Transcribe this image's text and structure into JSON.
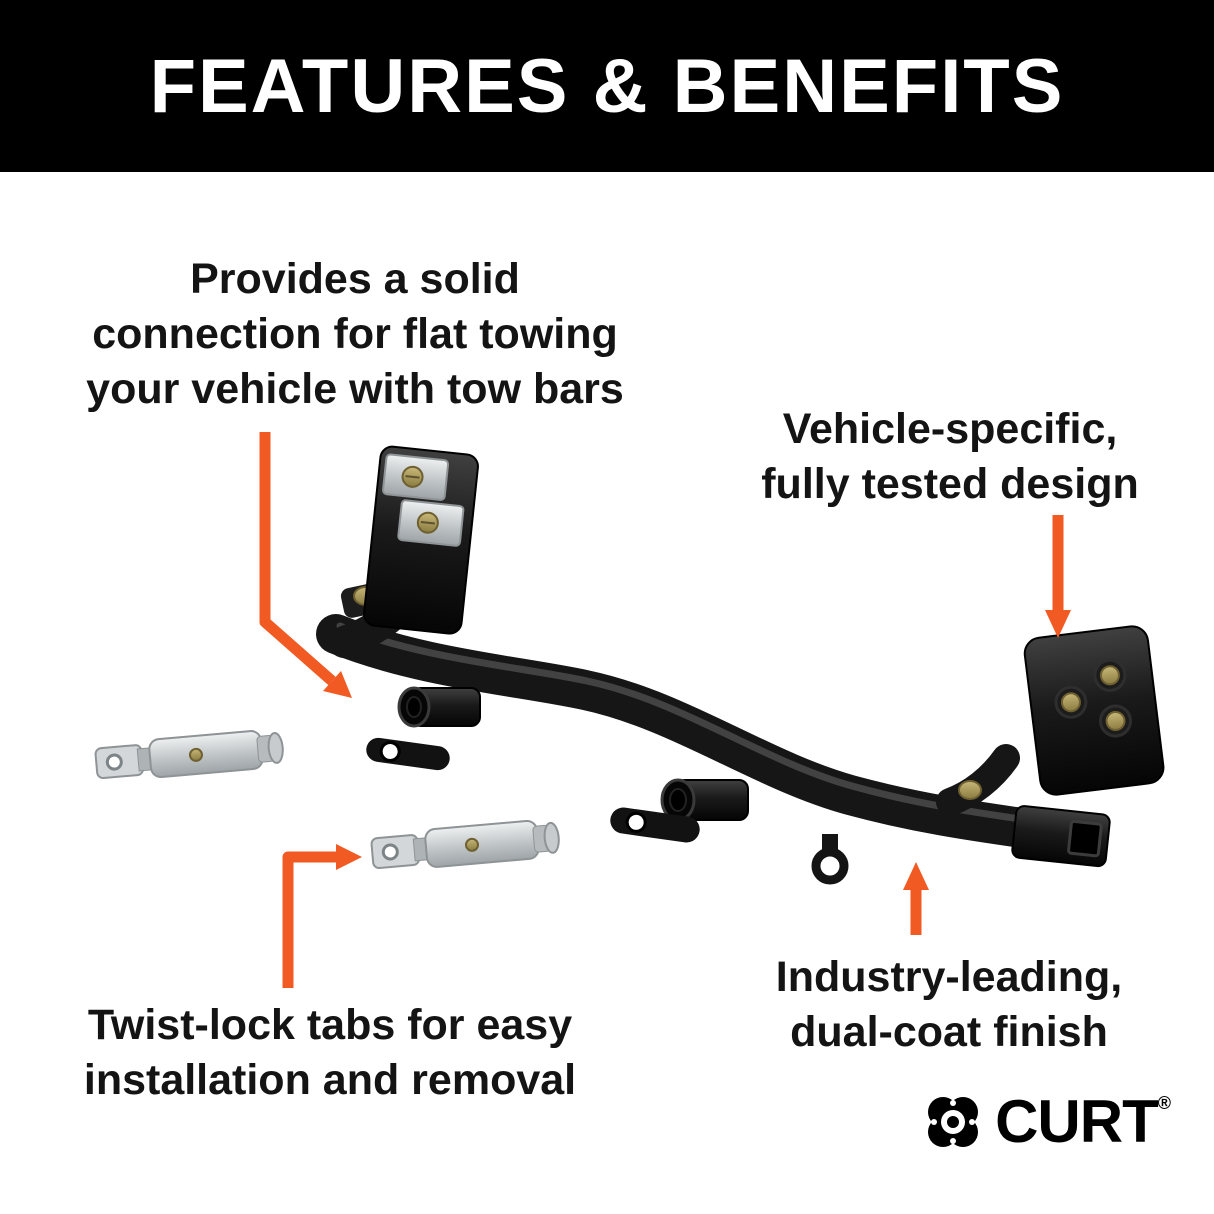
{
  "banner": {
    "title": "FEATURES & BENEFITS"
  },
  "callouts": {
    "flat_towing": {
      "lines": [
        "Provides a solid",
        "connection for flat towing",
        "your vehicle with tow bars"
      ]
    },
    "vehicle_specific": {
      "lines": [
        "Vehicle-specific,",
        "fully tested design"
      ]
    },
    "twist_lock": {
      "lines": [
        "Twist-lock tabs for easy",
        "installation and removal"
      ]
    },
    "finish": {
      "lines": [
        "Industry-leading,",
        "dual-coat finish"
      ]
    }
  },
  "brand": {
    "name": "CURT",
    "registered": "®"
  },
  "illustration": {
    "subject": "vehicle-specific baseplate hitch with removable twist-lock tabs"
  },
  "colors": {
    "accent_orange": "#F15A22",
    "banner_background": "#000000",
    "text": "#141414",
    "steel_silver": "#C9CDCF",
    "hardware_brass": "#AC9C5C"
  }
}
